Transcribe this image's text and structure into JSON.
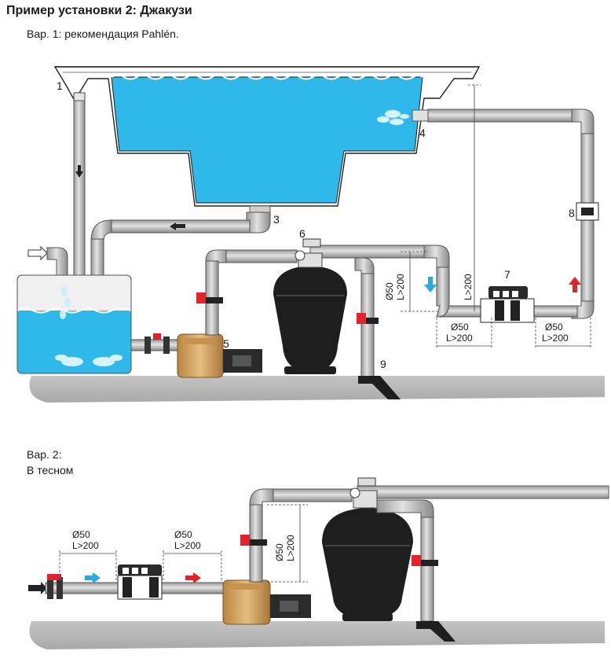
{
  "title": "Пример установки 2: Джакузи",
  "subtitle": "Вар. 1: рекомендация Pahlén.",
  "variant2": {
    "line1": "Вар. 2:",
    "line2": "В тесном"
  },
  "callouts": [
    "1",
    "3",
    "4",
    "5",
    "6",
    "7",
    "8",
    "9"
  ],
  "dimensions": {
    "diameter": "Ø50",
    "length": "L>200"
  },
  "colors": {
    "water": "#2fb9ea",
    "pipe": "#c8c8c8",
    "pipe_dark": "#8a8a8a",
    "floor": "#b5b5b5",
    "filter": "#1e1e1e",
    "pump": "#d9a868",
    "valve": "#d8232a",
    "flow_blue": "#2aa8e0",
    "flow_red": "#e2232a"
  },
  "icons": [
    "flow-arrow-icon",
    "valve-handle-icon",
    "inlet-arrow-icon",
    "drain-icon"
  ]
}
